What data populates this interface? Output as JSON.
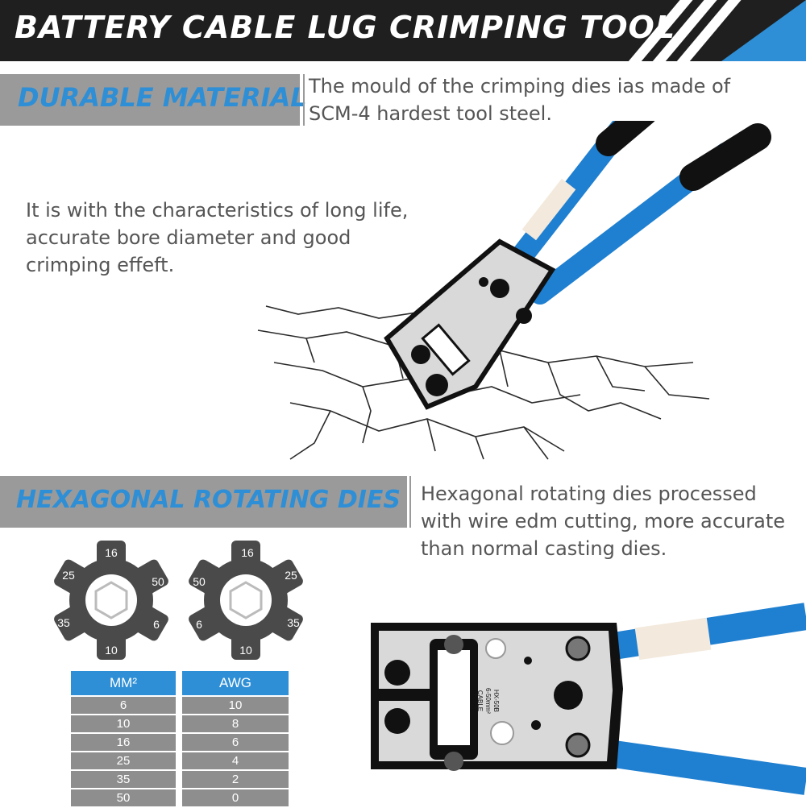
{
  "banner": {
    "title": "BATTERY CABLE LUG CRIMPING TOOL"
  },
  "section1": {
    "label": "DURABLE MATERIAL",
    "desc_lines": [
      "The mould of the crimping dies ias made of",
      "SCM-4 hardest tool steel."
    ],
    "body_lines": [
      "It is with the characteristics of long life,",
      "accurate bore diameter and good",
      "crimping effeft."
    ]
  },
  "section2": {
    "label": "HEXAGONAL ROTATING DIES",
    "desc_lines": [
      "Hexagonal rotating dies processed",
      "with wire edm cutting, more accurate",
      "than normal casting dies."
    ]
  },
  "die_left": {
    "top": "16",
    "upper_left": "25",
    "upper_right": "50",
    "lower_left": "35",
    "lower_right": "6",
    "bottom": "10"
  },
  "die_right": {
    "top": "16",
    "upper_left": "50",
    "upper_right": "25",
    "lower_left": "6",
    "lower_right": "35",
    "bottom": "10"
  },
  "table_mm": {
    "header": "MM²",
    "rows": [
      "6",
      "10",
      "16",
      "25",
      "35",
      "50"
    ]
  },
  "table_awg": {
    "header": "AWG",
    "rows": [
      "10",
      "8",
      "6",
      "4",
      "2",
      "0"
    ]
  },
  "tool_label": {
    "model": "HX-50B",
    "range": "6-50mm² CABLE RANGE"
  },
  "colors": {
    "accent": "#2e8fd6",
    "handle_blue": "#1f7fd0",
    "dark": "#1f1f1f",
    "label_gray": "#9a9a9a",
    "steel": "#d9d9d9"
  },
  "icons": {
    "tool": "crimping-tool-icon",
    "die": "hexagon-die-icon"
  }
}
